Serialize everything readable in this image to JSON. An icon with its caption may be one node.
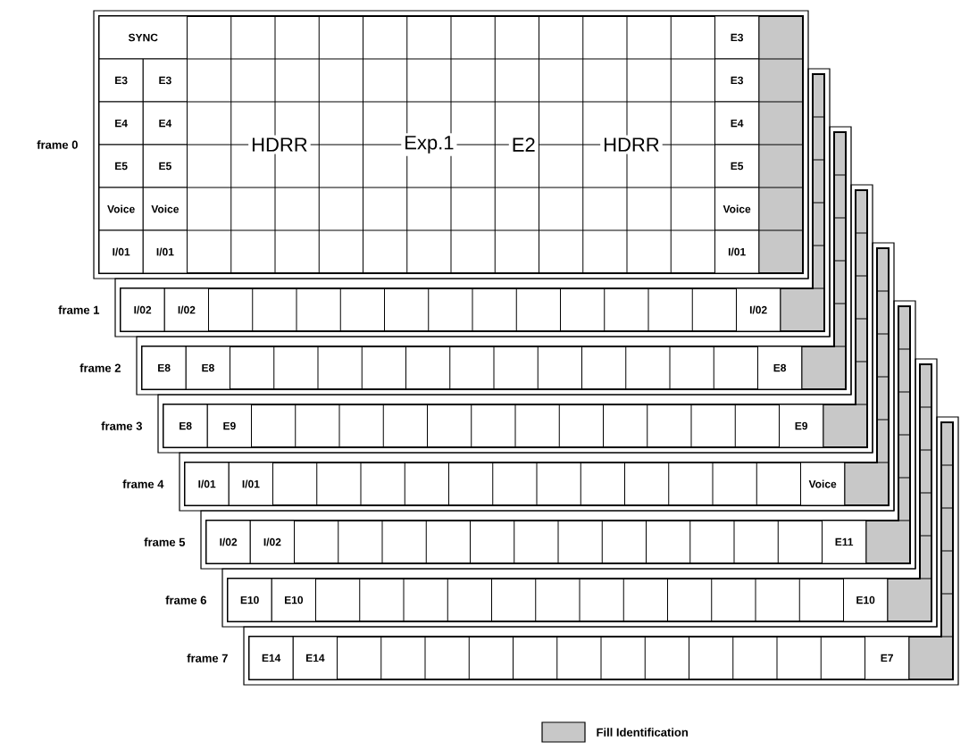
{
  "diagram": {
    "nodes": [
      {
        "text": [
          "frame 0"
        ]
      },
      {
        "text": [
          "SYNC"
        ],
        "in": 0
      },
      {
        "text": [
          "E3"
        ],
        "in": 0
      },
      {
        "text": [
          "E3"
        ],
        "in": 0
      },
      {
        "text": [
          "E3"
        ],
        "in": 0
      },
      {
        "text": [
          "E3"
        ],
        "in": 0
      },
      {
        "text": [
          "E4"
        ],
        "in": 0
      },
      {
        "text": [
          "E4"
        ],
        "in": 0
      },
      {
        "text": [
          "E4"
        ],
        "in": 0
      },
      {
        "text": [
          "E5"
        ],
        "in": 0
      },
      {
        "text": [
          "E5"
        ],
        "in": 0
      },
      {
        "text": [
          "E5"
        ],
        "in": 0
      },
      {
        "text": [
          "Voice"
        ],
        "in": 0
      },
      {
        "text": [
          "Voice"
        ],
        "in": 0
      },
      {
        "text": [
          "Voice"
        ],
        "in": 0
      },
      {
        "text": [
          "I/01"
        ],
        "in": 0
      },
      {
        "text": [
          "I/01"
        ],
        "in": 0
      },
      {
        "text": [
          "I/01"
        ],
        "in": 0
      },
      {
        "text": [
          "frame 1"
        ]
      },
      {
        "text": [
          "I/02"
        ],
        "in": 18
      },
      {
        "text": [
          "I/02"
        ],
        "in": 18
      },
      {
        "text": [
          "I/02"
        ],
        "in": 18
      },
      {
        "text": [
          "frame 2"
        ]
      },
      {
        "text": [
          "E8"
        ],
        "in": 22
      },
      {
        "text": [
          "E8"
        ],
        "in": 22
      },
      {
        "text": [
          "E8"
        ],
        "in": 22
      },
      {
        "text": [
          "frame 3"
        ]
      },
      {
        "text": [
          "E8"
        ],
        "in": 26
      },
      {
        "text": [
          "E9"
        ],
        "in": 26
      },
      {
        "text": [
          "E9"
        ],
        "in": 26
      },
      {
        "text": [
          "frame 4"
        ]
      },
      {
        "text": [
          "I/01"
        ],
        "in": 30
      },
      {
        "text": [
          "I/01"
        ],
        "in": 30
      },
      {
        "text": [
          "Voice"
        ],
        "in": 30
      },
      {
        "text": [
          "frame 5"
        ]
      },
      {
        "text": [
          "I/02"
        ],
        "in": 34
      },
      {
        "text": [
          "I/02"
        ],
        "in": 34
      },
      {
        "text": [
          "E11"
        ],
        "in": 34
      },
      {
        "text": [
          "frame 6"
        ]
      },
      {
        "text": [
          "E10"
        ],
        "in": 38
      },
      {
        "text": [
          "E10"
        ],
        "in": 38
      },
      {
        "text": [
          "E10"
        ],
        "in": 38
      },
      {
        "text": [
          "frame 7"
        ]
      },
      {
        "text": [
          "E14"
        ],
        "in": 42
      },
      {
        "text": [
          "E14"
        ],
        "in": 42
      },
      {
        "text": [
          "E7"
        ],
        "in": 42
      }
    ],
    "labels": [
      "HDRR",
      "Exp.1",
      "E2",
      "HDRR"
    ],
    "legend": [
      {
        "text": "Fill Identification",
        "color": "#c8c8c8"
      }
    ]
  }
}
